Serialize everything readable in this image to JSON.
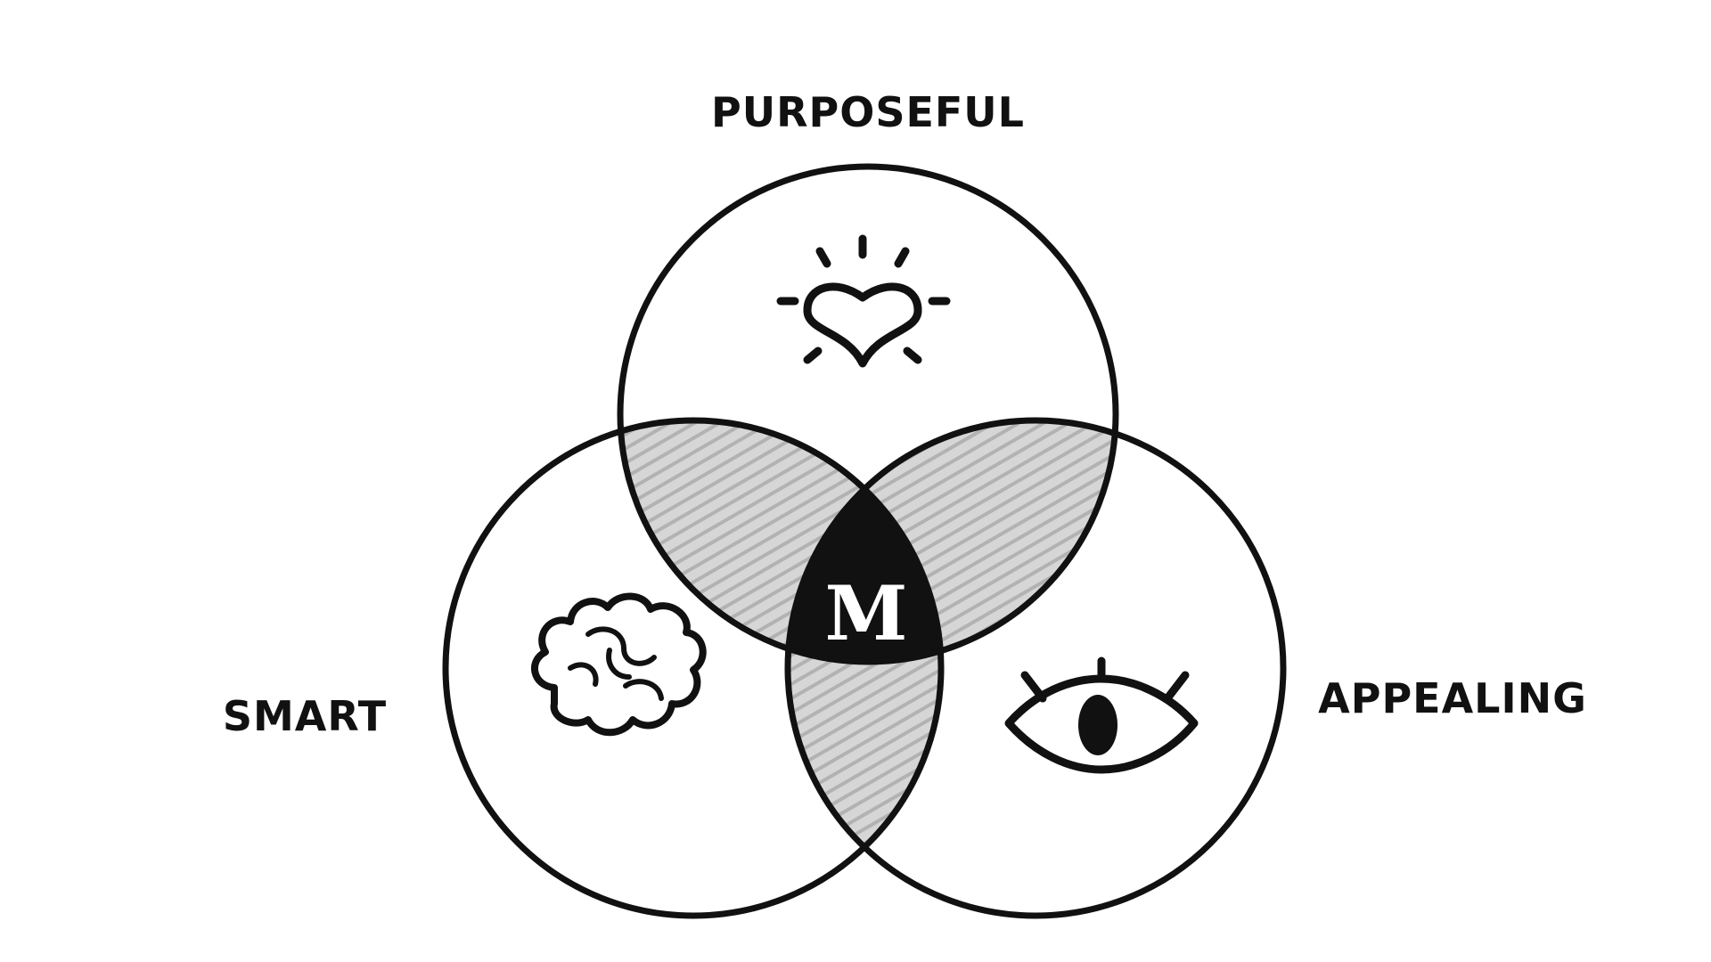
{
  "labels": {
    "top": "PURPOSEFUL",
    "left": "SMART",
    "right": "APPEALING",
    "center": "M"
  },
  "icons": {
    "top": "heart-rays-icon",
    "left": "brain-icon",
    "right": "eye-icon"
  },
  "colors": {
    "ink": "#111111",
    "pairwise_overlap": "#cfcfcf",
    "triple_overlap": "#111111",
    "background": "#ffffff"
  }
}
